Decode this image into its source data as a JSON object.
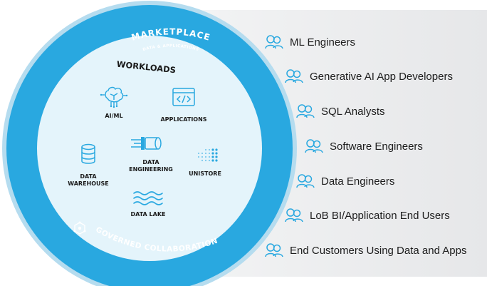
{
  "ring": {
    "top_title": "MARKETPLACE",
    "top_subtitle": "DATA & APPLICATIONS",
    "bottom_title": "GOVERNED COLLABORATION"
  },
  "workloads": {
    "title": "WORKLOADS",
    "items": [
      {
        "id": "aiml",
        "icon": "brain-circuit-icon",
        "lines": [
          "AI/ML"
        ]
      },
      {
        "id": "applications",
        "icon": "code-window-icon",
        "lines": [
          "APPLICATIONS"
        ]
      },
      {
        "id": "data-engineering",
        "icon": "data-pipe-icon",
        "lines": [
          "DATA",
          "ENGINEERING"
        ]
      },
      {
        "id": "data-warehouse",
        "icon": "database-icon",
        "lines": [
          "DATA",
          "WAREHOUSE"
        ]
      },
      {
        "id": "unistore",
        "icon": "dot-grid-icon",
        "lines": [
          "UNISTORE"
        ]
      },
      {
        "id": "data-lake",
        "icon": "waves-icon",
        "lines": [
          "DATA LAKE"
        ]
      }
    ]
  },
  "personas": [
    {
      "label": "ML Engineers",
      "icon": "users-icon"
    },
    {
      "label": "Generative AI App Developers",
      "icon": "users-icon"
    },
    {
      "label": "SQL Analysts",
      "icon": "users-icon"
    },
    {
      "label": "Software Engineers",
      "icon": "users-icon"
    },
    {
      "label": "Data Engineers",
      "icon": "users-icon"
    },
    {
      "label": "LoB BI/Application End Users",
      "icon": "users-icon"
    },
    {
      "label": "End Customers Using Data and Apps",
      "icon": "users-icon"
    }
  ],
  "colors": {
    "ring": "#29a8e0",
    "inner": "#e4f4fb",
    "icon": "#29a8e0",
    "text": "#1d1d1d"
  }
}
